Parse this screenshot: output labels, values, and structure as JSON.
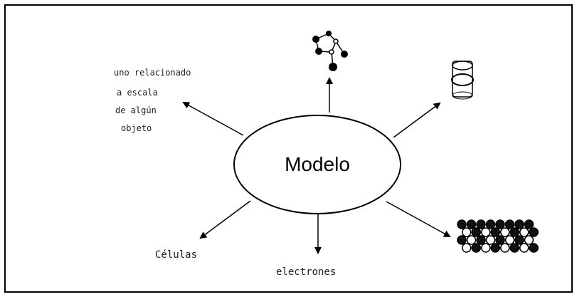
{
  "diagram": {
    "center": {
      "label": "Modelo"
    },
    "branches": [
      {
        "id": "upper-left-text",
        "lines": [
          "uno relacionado",
          "a escala",
          "de algún",
          "objeto"
        ]
      },
      {
        "id": "molecule-drawing",
        "icon": "molecule-icon"
      },
      {
        "id": "cylinder-drawing",
        "icon": "cylinder-icon"
      },
      {
        "id": "lattice-drawing",
        "icon": "atom-lattice-icon"
      },
      {
        "id": "electrons",
        "label": "electrones"
      },
      {
        "id": "cells",
        "label": "Células"
      }
    ]
  }
}
